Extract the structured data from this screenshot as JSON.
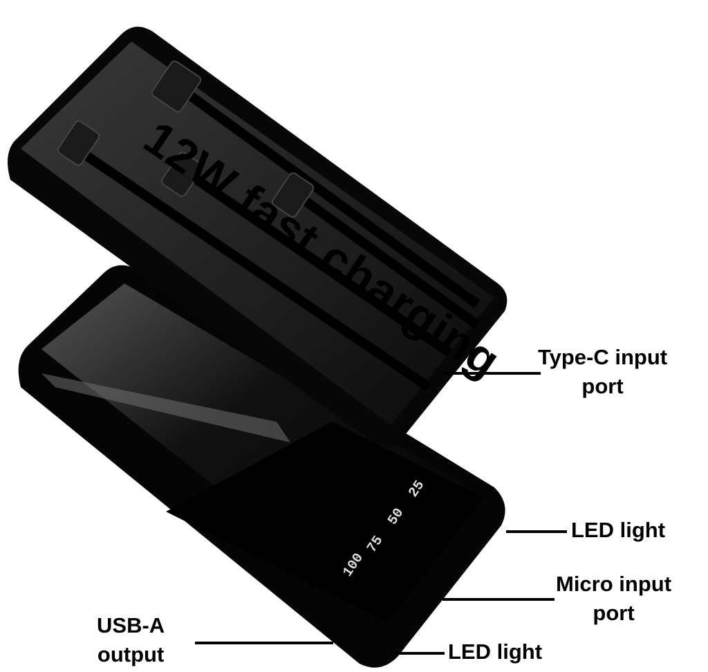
{
  "headline": "12W fast charging",
  "display_levels": [
    "25",
    "50",
    "75",
    "100"
  ],
  "labels": {
    "type_c": [
      "Type-C input",
      "port"
    ],
    "led_top": "LED light",
    "micro": [
      "Micro input",
      "port"
    ],
    "usb_a": [
      "USB-A",
      "output"
    ],
    "led_bottom": "LED light"
  },
  "colors": {
    "device": "#111111",
    "background": "#ffffff",
    "text": "#000000"
  }
}
